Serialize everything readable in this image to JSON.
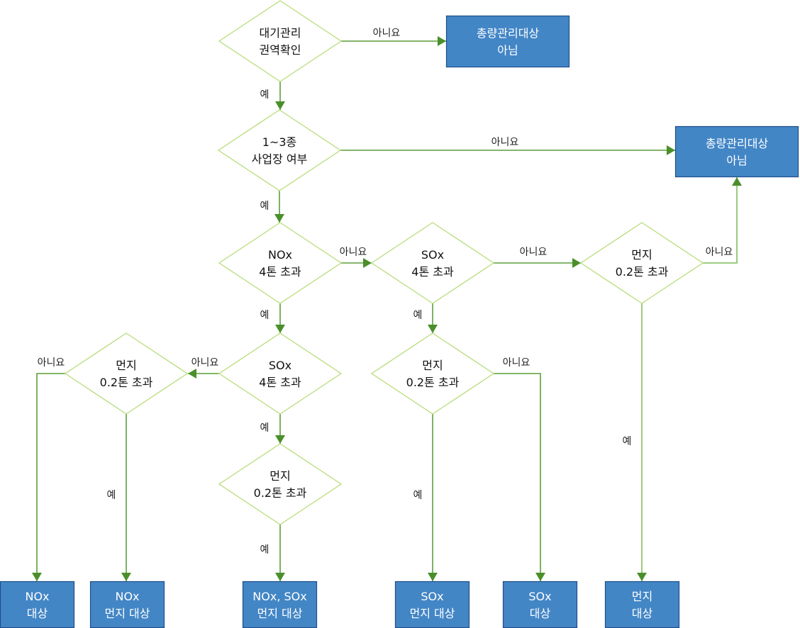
{
  "colors": {
    "decision_border": "#b8dc7a",
    "connector": "#5a9e3a",
    "arrow": "#4a8f2a",
    "result_fill": "#4386c6",
    "result_border": "#1f4e8c",
    "result_text": "#ffffff"
  },
  "labels": {
    "yes": "예",
    "no": "아니요"
  },
  "decisions": [
    {
      "id": "d1",
      "lines": [
        "대기관리",
        "권역확인"
      ]
    },
    {
      "id": "d2",
      "lines": [
        "1~3종",
        "사업장 여부"
      ]
    },
    {
      "id": "d3",
      "lines": [
        "NOx",
        "4톤 초과"
      ]
    },
    {
      "id": "d4",
      "lines": [
        "SOx",
        "4톤 초과"
      ]
    },
    {
      "id": "d5",
      "lines": [
        "먼지",
        "0.2톤 초과"
      ]
    },
    {
      "id": "d6",
      "lines": [
        "SOx",
        "4톤 초과"
      ]
    },
    {
      "id": "d7",
      "lines": [
        "먼지",
        "0.2톤 초과"
      ]
    },
    {
      "id": "d8",
      "lines": [
        "먼지",
        "0.2톤 초과"
      ]
    },
    {
      "id": "d9",
      "lines": [
        "먼지",
        "0.2톤 초과"
      ]
    }
  ],
  "results": [
    {
      "id": "r1",
      "lines": [
        "총량관리대상",
        "아님"
      ]
    },
    {
      "id": "r2",
      "lines": [
        "총량관리대상",
        "아님"
      ]
    },
    {
      "id": "r3",
      "lines": [
        "NOx",
        "대상"
      ]
    },
    {
      "id": "r4",
      "lines": [
        "NOx",
        "먼지 대상"
      ]
    },
    {
      "id": "r5",
      "lines": [
        "NOx, SOx",
        "먼지 대상"
      ]
    },
    {
      "id": "r6",
      "lines": [
        "SOx",
        "먼지 대상"
      ]
    },
    {
      "id": "r7",
      "lines": [
        "SOx",
        "대상"
      ]
    },
    {
      "id": "r8",
      "lines": [
        "먼지",
        "대상"
      ]
    }
  ],
  "edges": [
    {
      "from": "d1",
      "to": "r1",
      "label": "no"
    },
    {
      "from": "d1",
      "to": "d2",
      "label": "yes"
    },
    {
      "from": "d2",
      "to": "r2",
      "label": "no"
    },
    {
      "from": "d2",
      "to": "d3",
      "label": "yes"
    },
    {
      "from": "d3",
      "to": "d4",
      "label": "no"
    },
    {
      "from": "d3",
      "to": "d6",
      "label": "yes"
    },
    {
      "from": "d4",
      "to": "d5",
      "label": "no"
    },
    {
      "from": "d4",
      "to": "d8",
      "label": "yes"
    },
    {
      "from": "d5",
      "to": "r2",
      "label": "no"
    },
    {
      "from": "d5",
      "to": "r8",
      "label": "yes"
    },
    {
      "from": "d6",
      "to": "d7",
      "label": "no"
    },
    {
      "from": "d6",
      "to": "d9",
      "label": "yes"
    },
    {
      "from": "d7",
      "to": "r3",
      "label": "no"
    },
    {
      "from": "d7",
      "to": "r4",
      "label": "yes"
    },
    {
      "from": "d8",
      "to": "r7",
      "label": "no"
    },
    {
      "from": "d8",
      "to": "r6",
      "label": "yes"
    },
    {
      "from": "d9",
      "to": "r5",
      "label": "yes"
    }
  ]
}
